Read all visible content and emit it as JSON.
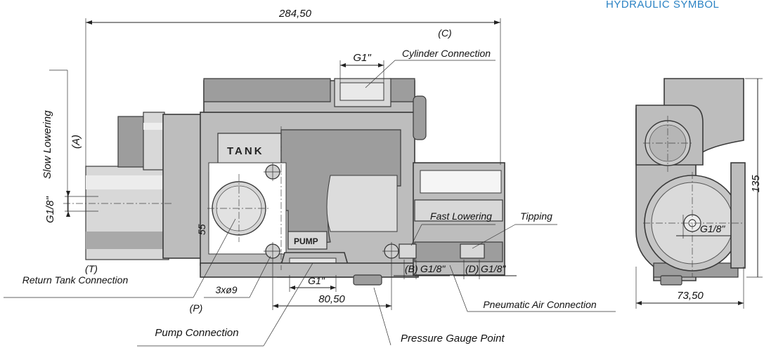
{
  "header": {
    "title_partial": "HYDRAULIC SYMBOL"
  },
  "dimensions": {
    "overall_length": "284,50",
    "flange_width": "80,50",
    "side_width": "73,50",
    "side_height": "135",
    "hole_spacing": "55",
    "mounting_holes": "3xø9"
  },
  "ports": {
    "C_letter": "(C)",
    "C_thread": "G1\"",
    "C_label": "Cylinder Connection",
    "A_letter": "(A)",
    "A_label": "Slow Lowering",
    "A_thread": "G1/8\"",
    "B_letter": "(B)",
    "B_thread": "G1/8\"",
    "B_label": "Fast Lowering",
    "D_letter": "(D)",
    "D_thread": "G1/8\"",
    "D_label": "Tipping",
    "T_letter": "(T)",
    "T_label": "Return Tank Connection",
    "P_letter": "(P)",
    "P_thread": "G1\"",
    "P_label": "Pump Connection",
    "pneumatic_label": "Pneumatic Air Connection",
    "gauge_label": "Pressure Gauge Point",
    "side_thread": "G1/8\""
  },
  "embossing": {
    "tank": "TANK",
    "pump": "PUMP"
  },
  "colors": {
    "body": "#bdbdbd",
    "outline": "#3a3a3a",
    "header_blue": "#2a82c4"
  }
}
